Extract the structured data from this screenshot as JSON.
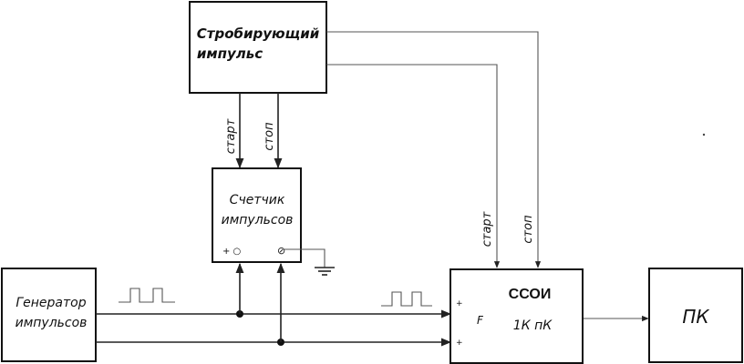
{
  "blocks": {
    "strobe": {
      "line1": "Стробирующий",
      "line2": "импульс"
    },
    "counter": {
      "line1": "Счетчик",
      "line2": "импульсов",
      "pin1": "+ ○",
      "pin2": "⊘"
    },
    "generator": {
      "line1": "Генератор",
      "line2": "импульсов"
    },
    "ssoi": {
      "title": "ССОИ",
      "subtitle": "1К пК",
      "input_f": "F",
      "pin1": "+",
      "pin2": "+"
    },
    "pc": {
      "label": "ПК"
    }
  },
  "signals": {
    "counter_start": "старт",
    "counter_stop": "стоп",
    "ssoi_start": "старт",
    "ssoi_stop": "стоп"
  }
}
